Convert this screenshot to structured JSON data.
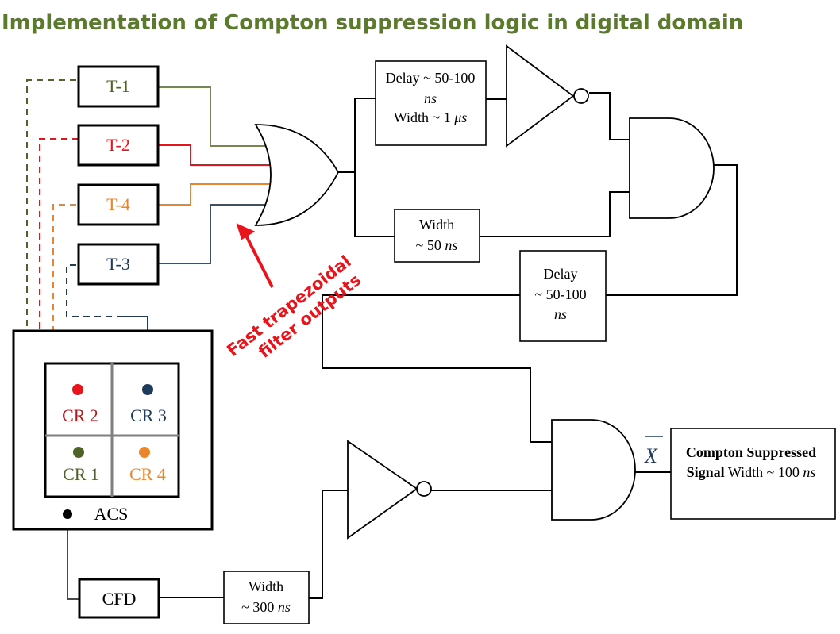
{
  "title": "Implementation of Compton suppression logic in digital domain",
  "colors": {
    "title": "#5b7a2b",
    "cr1": "#4f6228",
    "cr2": "#e8141b",
    "cr3": "#1f3b5c",
    "cr4": "#e9862b",
    "t1_wire": "#76884e",
    "t2_wire": "#e8141b",
    "t3_wire": "#3c5068",
    "t4_wire": "#e9862b",
    "annotation": "#e8141b",
    "crystal_divider": "#7f7f7f"
  },
  "triggers": {
    "t1": "T-1",
    "t2": "T-2",
    "t4": "T-4",
    "t3": "T-3"
  },
  "detector": {
    "label": "ACS",
    "crystals": {
      "cr2": "CR 2",
      "cr3": "CR 3",
      "cr1": "CR 1",
      "cr4": "CR 4"
    }
  },
  "cfd": "CFD",
  "blocks": {
    "delay_width": {
      "line1": "Delay ~ 50-100",
      "line2": "ns",
      "line3_prefix": "Width ~ 1 ",
      "line3_unit": "μs"
    },
    "width_50": {
      "line1": "Width",
      "line2_prefix": "~ 50 ",
      "line2_unit": "ns"
    },
    "delay_50_100": {
      "line1": "Delay",
      "line2": "~ 50-100",
      "line3": "ns"
    },
    "width_300": {
      "line1": "Width",
      "line2_prefix": "~ 300 ",
      "line2_unit": "ns"
    },
    "output": {
      "bold": "Compton Suppressed",
      "line2_bold": "Signal",
      "line2_rest": " Width ~ 100 ",
      "line2_unit": "ns"
    }
  },
  "x_bar": "X",
  "annotation": {
    "line1": "Fast trapezoidal",
    "line2": "filter outputs"
  },
  "icons": {
    "arrow": "arrow-up-icon",
    "crystal_dot": "dot-icon"
  }
}
